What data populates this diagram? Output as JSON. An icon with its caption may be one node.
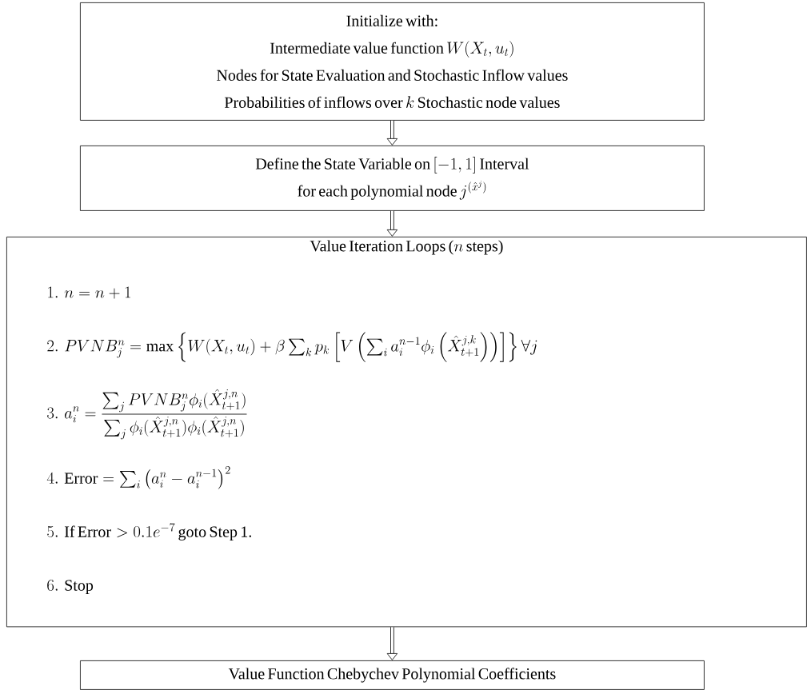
{
  "diagram": {
    "nodes": [
      {
        "text": [
          "Initialize with:",
          "\\text{Intermediate value function } W(X_t, u_t)",
          "Nodes for State Evaluation and Stochastic Inflow values",
          "\\text{Probabilities of inflows over } k \\text{ Stochastic node values}"
        ]
      },
      {
        "text": [
          "\\text{Define the State Variable on } [-1,1] \\text{ Interval}",
          "\\text{for each polynomial node } j^{(\\hat{x}^j)}"
        ]
      },
      {
        "text": [
          "\\text{Value Iteration Loops (}n\\text{ steps)}",
          "1.\\ \\ n=n+1",
          "2.\\ \\ PVNB_j^n=\\max\\left\\{W(X_t,u_t)+\\beta\\sum_k p_k\\left[V\\left(\\sum_i a_i^{n-1}\\phi_i\\left(\\hat{X}_{t+1}^{j,k}\\right)\\right)\\right]\\right\\}\\forall j",
          "3.\\ \\ a_i^n=\\frac{\\sum_j PVNB_j^n\\phi_i(\\hat{X}_{t+1}^{j,n})}{\\sum_j \\phi_i(\\hat{X}_{t+1}^{j,n})\\phi_i(\\hat{X}_{t+1}^{j,n})}",
          "4.\\ \\ \\text{Error}=\\sum_i\\left(a_i^n-a_i^{n-1}\\right)^2",
          "5.\\ \\ \\text{If Error}>0.1e^{-7}\\text{ goto Step 1.}",
          "6.\\ \\ \\text{Stop}"
        ]
      },
      {
        "text": [
          "Value Function Chebychev Polynomial Coefficients"
        ]
      }
    ],
    "edges": [
      {
        "from": 0,
        "to": 1,
        "arrow": "to"
      },
      {
        "from": 1,
        "to": 2,
        "arrow": "to"
      },
      {
        "from": 2,
        "to": 3,
        "arrow": "to"
      }
    ]
  }
}
